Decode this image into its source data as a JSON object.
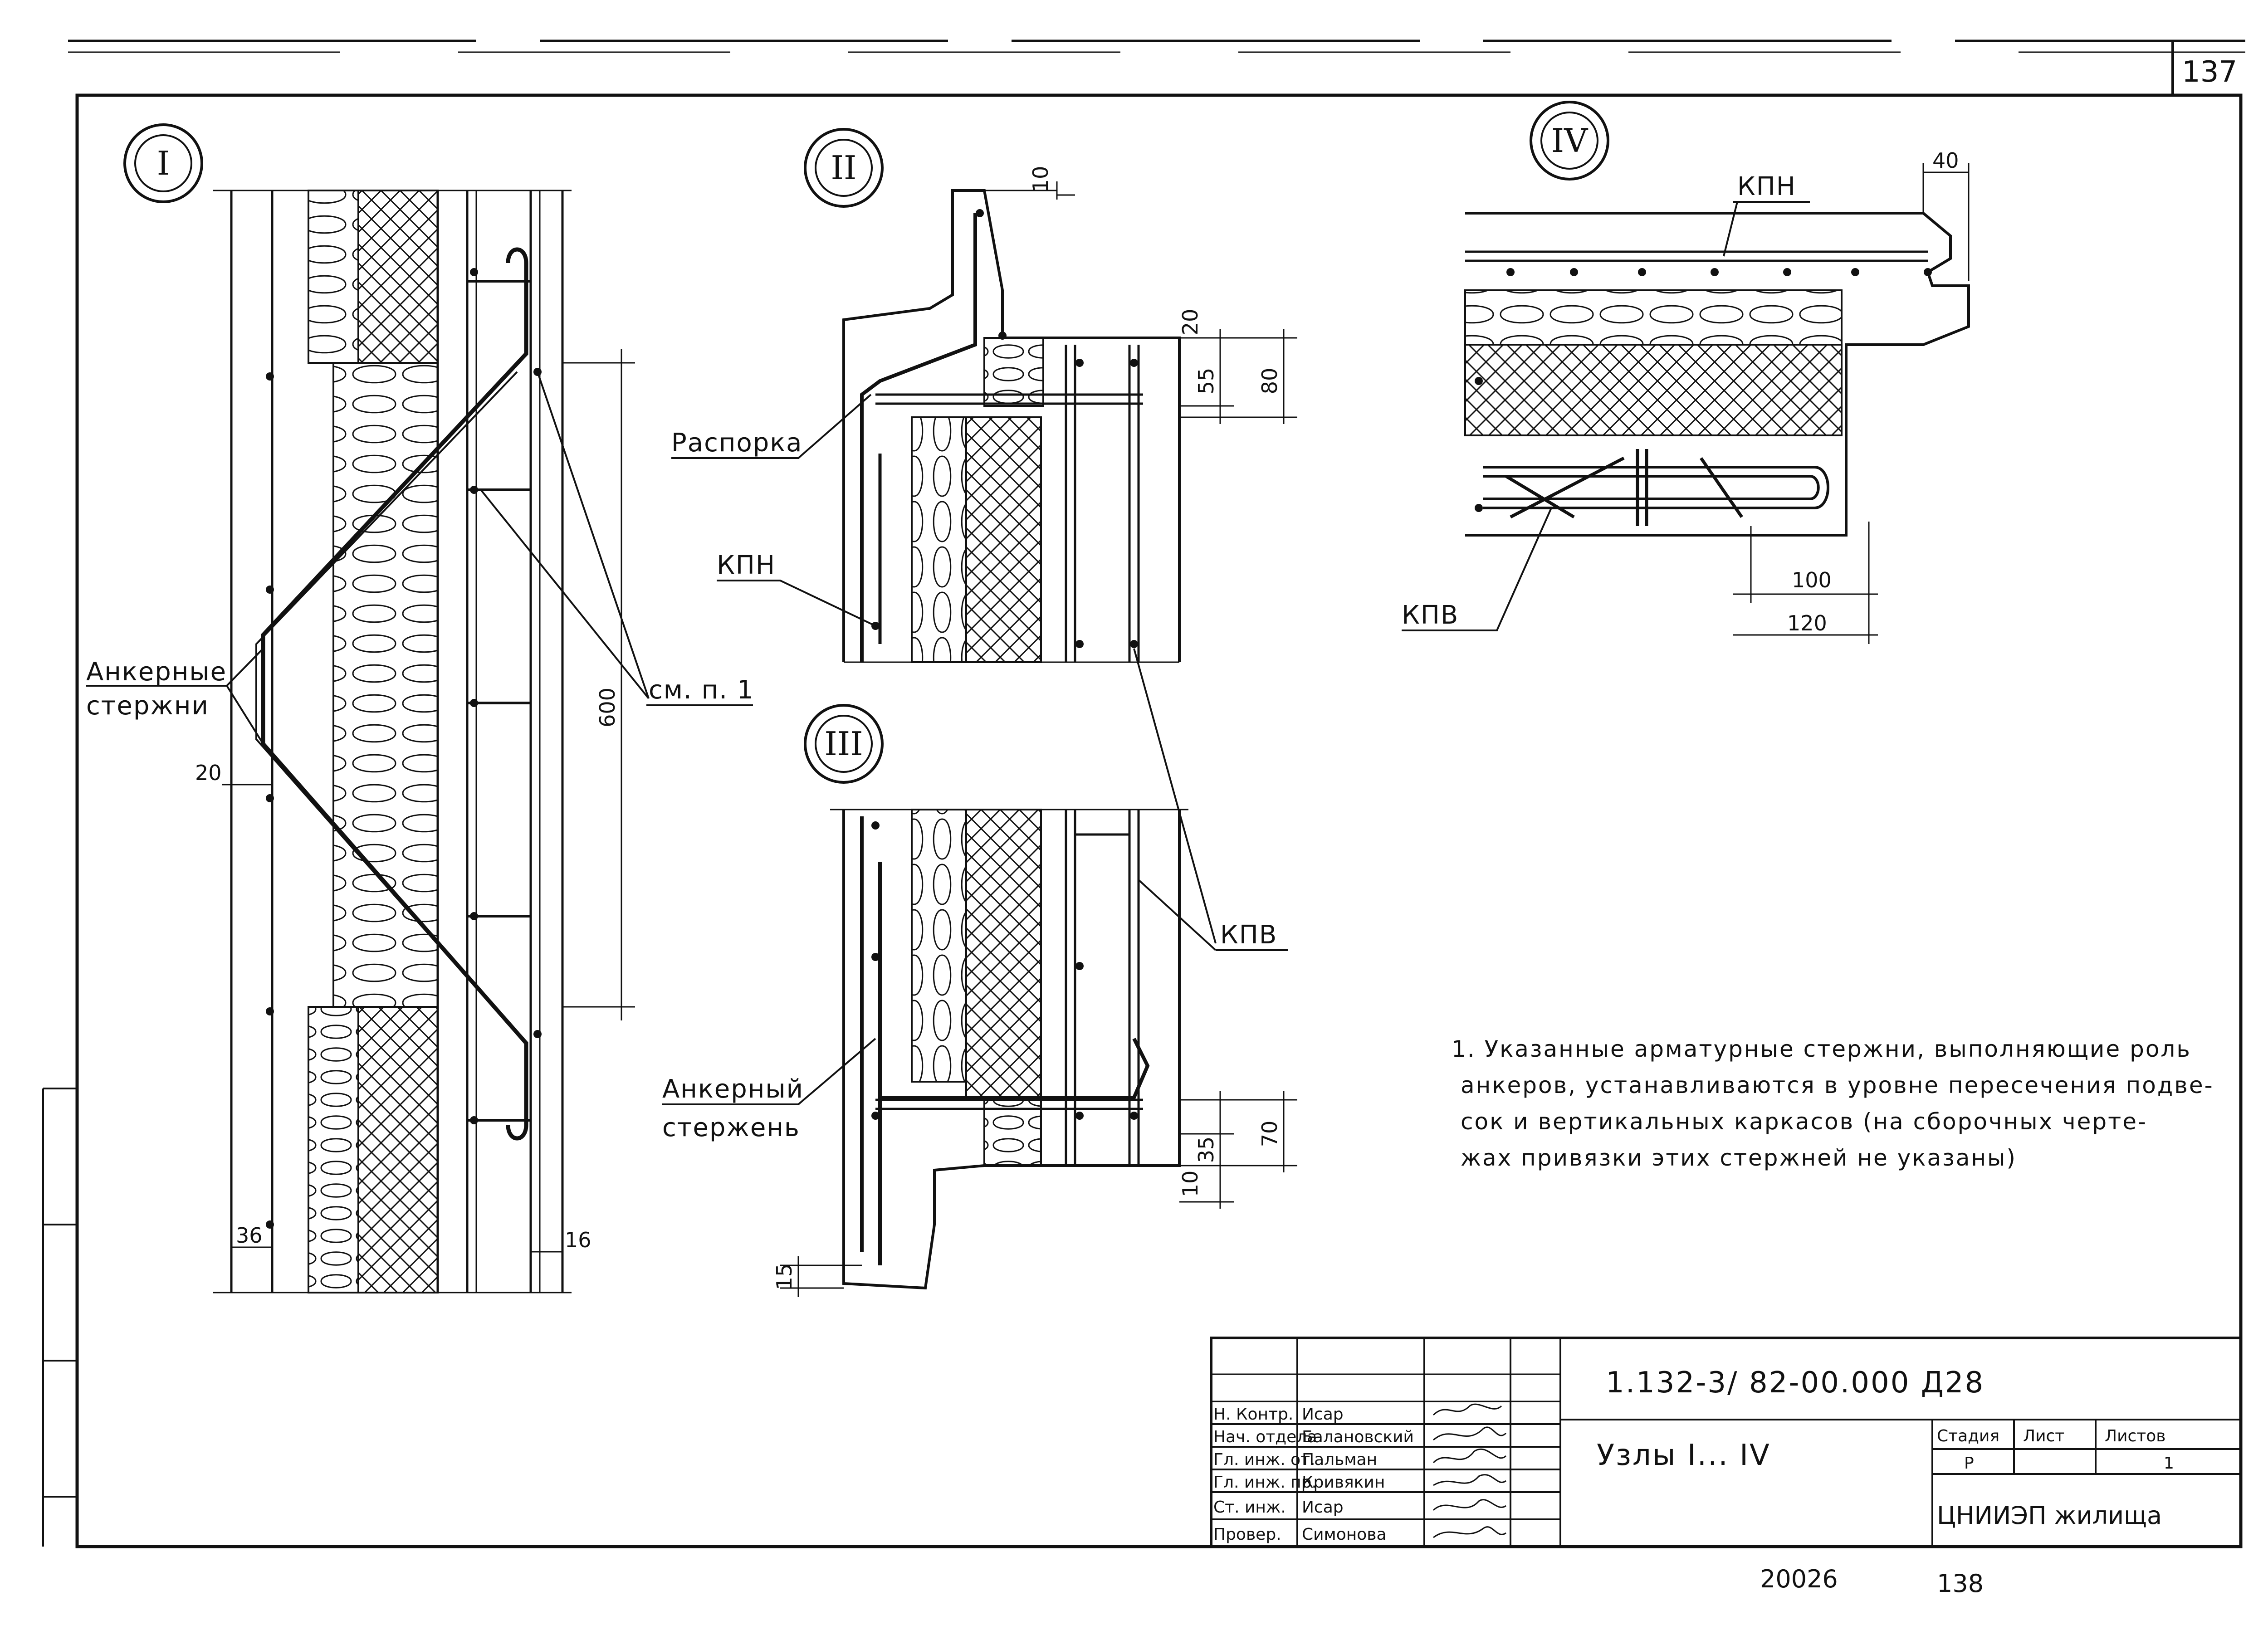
{
  "sheet": {
    "page_number": "137",
    "bottom_left_number": "20026",
    "bottom_right_number": "138"
  },
  "nodes": {
    "n1": {
      "mark": "I",
      "label_anchor_bars_1": "Анкерные",
      "label_anchor_bars_2": "стержни",
      "label_see": "см. п. 1",
      "dim_600": "600",
      "dim_20": "20",
      "dim_36": "36",
      "dim_16": "16"
    },
    "n2": {
      "mark": "II",
      "label_spacer": "Распорка",
      "label_kpn": "КПН",
      "dim_10": "10",
      "dim_20": "20",
      "dim_55": "55",
      "dim_80": "80"
    },
    "n3": {
      "mark": "III",
      "label_anchor_bar_1": "Анкерный",
      "label_anchor_bar_2": "стержень",
      "label_kpv": "КПВ",
      "dim_35": "35",
      "dim_70": "70",
      "dim_10": "10",
      "dim_15": "15"
    },
    "n4": {
      "mark": "IV",
      "label_kpn": "КПН",
      "label_kpv": "КПВ",
      "dim_40": "40",
      "dim_100": "100",
      "dim_120": "120"
    }
  },
  "note": {
    "line1": "1. Указанные арматурные стержни, выполняющие роль",
    "line2": "анкеров, устанавливаются в уровне пересечения подве-",
    "line3": "сок и вертикальных каркасов (на сборочных черте-",
    "line4": "жах привязки этих стержней не указаны)"
  },
  "title_block": {
    "code": "1.132-3/ 82-00.000 Д28",
    "title": "Узлы I... IV",
    "stage_header": "Стадия",
    "sheet_header": "Лист",
    "sheets_header": "Листов",
    "stage_value": "Р",
    "sheet_value": "",
    "sheets_value": "1",
    "org": "ЦНИИЭП жилища",
    "signatures": [
      {
        "role": "Н. Контр.",
        "name": "Исар"
      },
      {
        "role": "Нач. отдела",
        "name": "Балановский"
      },
      {
        "role": "Гл. инж. от.",
        "name": "Пальман"
      },
      {
        "role": "Гл. инж. пр.",
        "name": "Кривякин"
      },
      {
        "role": "Ст. инж.",
        "name": "Исар"
      },
      {
        "role": "Провер.",
        "name": "Симонова"
      }
    ]
  },
  "colors": {
    "ink": "#111111",
    "paper": "#ffffff"
  }
}
